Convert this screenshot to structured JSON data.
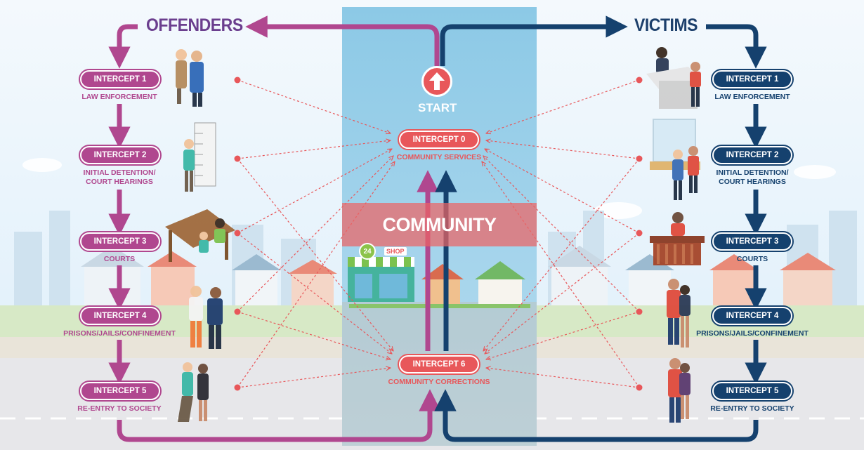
{
  "offenders": {
    "heading": "OFFENDERS",
    "intercepts": [
      {
        "label": "INTERCEPT 1",
        "desc": "LAW ENFORCEMENT"
      },
      {
        "label": "INTERCEPT 2",
        "desc": "INITIAL DETENTION/\nCOURT HEARINGS"
      },
      {
        "label": "INTERCEPT 3",
        "desc": "COURTS"
      },
      {
        "label": "INTERCEPT 4",
        "desc": "PRISONS/JAILS/CONFINEMENT"
      },
      {
        "label": "INTERCEPT 5",
        "desc": "RE-ENTRY TO SOCIETY"
      }
    ]
  },
  "victims": {
    "heading": "VICTIMS",
    "intercepts": [
      {
        "label": "INTERCEPT 1",
        "desc": "LAW ENFORCEMENT"
      },
      {
        "label": "INTERCEPT 2",
        "desc": "INITIAL DETENTION/\nCOURT HEARINGS"
      },
      {
        "label": "INTERCEPT 3",
        "desc": "COURTS"
      },
      {
        "label": "INTERCEPT 4",
        "desc": "PRISONS/JAILS/CONFINEMENT"
      },
      {
        "label": "INTERCEPT 5",
        "desc": "RE-ENTRY TO SOCIETY"
      }
    ]
  },
  "center": {
    "start_label": "START",
    "community_label": "COMMUNITY",
    "intercept0": {
      "label": "INTERCEPT 0",
      "desc": "COMMUNITY SERVICES"
    },
    "intercept6": {
      "label": "INTERCEPT 6",
      "desc": "COMMUNITY CORRECTIONS"
    },
    "shop_sign": "SHOP",
    "store_badge": "24"
  },
  "colors": {
    "offenders": "#b0478f",
    "victims": "#15416e",
    "center": "#e8575a"
  }
}
